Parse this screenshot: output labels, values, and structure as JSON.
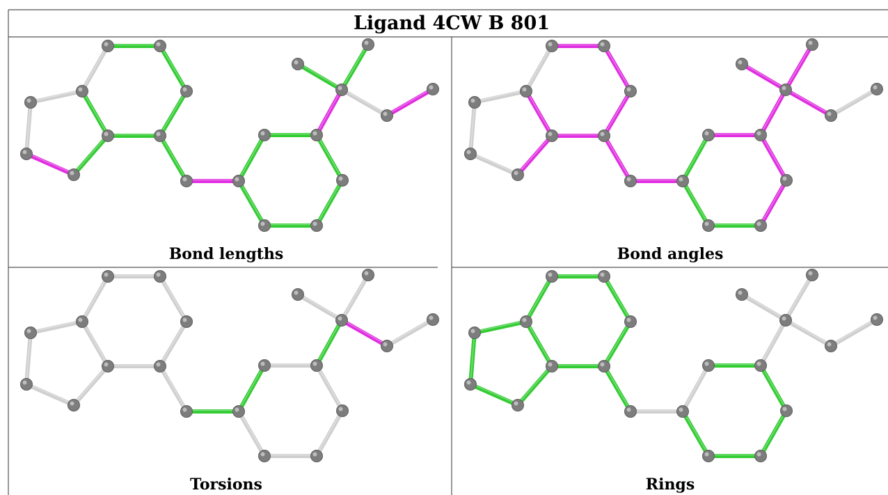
{
  "title": "Ligand 4CW B 801",
  "colors": {
    "background": "#ffffff",
    "grid": "#555555",
    "atom": "#7d7d7d",
    "bond_default": "#cfcfcf",
    "bond_green": "#33cc33",
    "bond_magenta": "#e02ee0"
  },
  "panels": [
    {
      "caption": "Bond lengths",
      "bond_colors": [
        "green",
        "green",
        "green",
        "green",
        "green",
        "grey",
        "green",
        "magenta",
        "grey",
        "grey",
        "green",
        "magenta",
        "green",
        "green",
        "green",
        "green",
        "green",
        "green",
        "magenta",
        "green",
        "green",
        "grey",
        "magenta"
      ]
    },
    {
      "caption": "Bond angles",
      "bond_colors": [
        "magenta",
        "magenta",
        "magenta",
        "magenta",
        "magenta",
        "grey",
        "magenta",
        "grey",
        "grey",
        "grey",
        "magenta",
        "magenta",
        "green",
        "magenta",
        "magenta",
        "magenta",
        "green",
        "green",
        "magenta",
        "magenta",
        "magenta",
        "magenta",
        "grey"
      ]
    },
    {
      "caption": "Torsions",
      "bond_colors": [
        "grey",
        "grey",
        "grey",
        "grey",
        "grey",
        "grey",
        "grey",
        "grey",
        "grey",
        "grey",
        "grey",
        "green",
        "green",
        "grey",
        "grey",
        "grey",
        "grey",
        "grey",
        "green",
        "grey",
        "grey",
        "magenta",
        "grey"
      ]
    },
    {
      "caption": "Rings",
      "bond_colors": [
        "green",
        "green",
        "green",
        "green",
        "green",
        "green",
        "green",
        "green",
        "green",
        "green",
        "green",
        "grey",
        "grey",
        "green",
        "green",
        "green",
        "green",
        "green",
        "grey",
        "grey",
        "grey",
        "grey",
        "grey"
      ]
    }
  ]
}
